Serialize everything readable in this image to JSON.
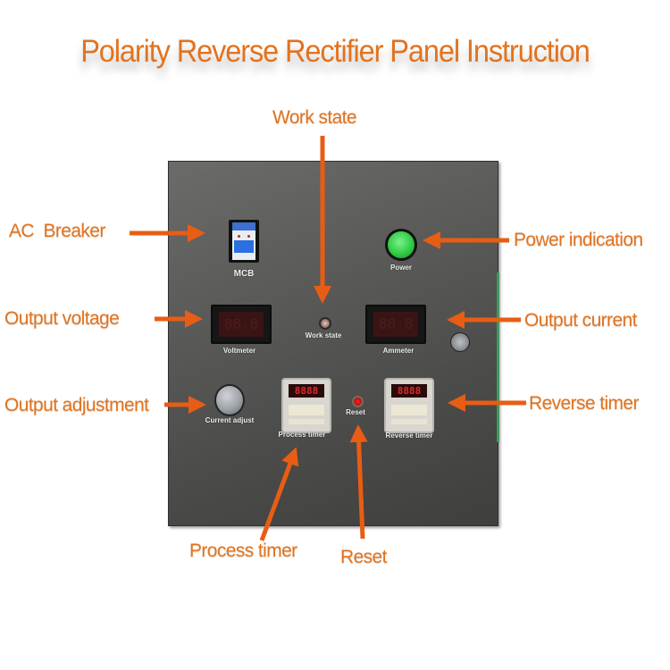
{
  "title": "Polarity Reverse Rectifier Panel Instruction",
  "accent_color": "#e2731f",
  "callouts": {
    "work_state": "Work state",
    "ac_breaker": "AC  Breaker",
    "power_indication": "Power indication",
    "output_voltage": "Output voltage",
    "output_current": "Output current",
    "output_adjustment": "Output adjustment",
    "reverse_timer": "Reverse timer",
    "process_timer": "Process timer",
    "reset": "Reset"
  },
  "panel_labels": {
    "mcb": "MCB",
    "power": "Power",
    "work_state": "Work state",
    "voltmeter": "Voltmeter",
    "ammeter": "Ammeter",
    "current_adjust": "Current adjust",
    "process_timer": "Process timer",
    "reset": "Reset",
    "reverse_timer": "Reverse timer"
  },
  "displays": {
    "voltmeter": "88.8",
    "ammeter": "88.8",
    "process_timer": "8888",
    "reverse_timer": "8888"
  }
}
